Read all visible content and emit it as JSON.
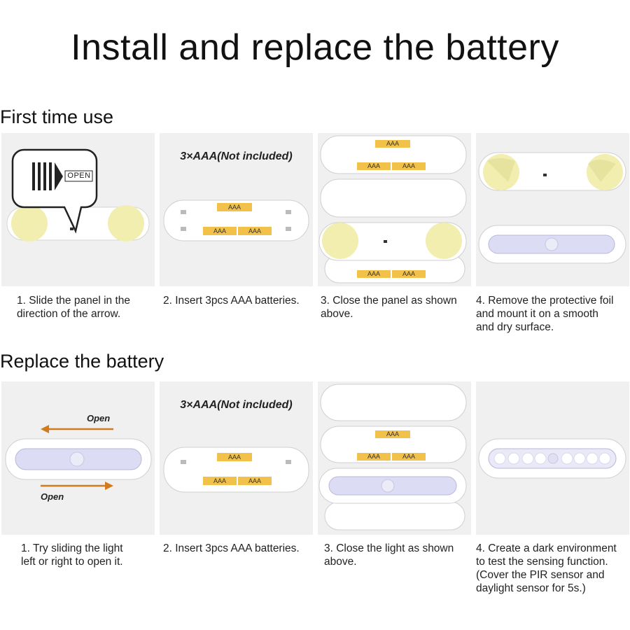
{
  "title": "Install and replace the battery",
  "sections": [
    {
      "heading": "First time use",
      "steps": [
        {
          "caption": "1. Slide the panel in the\ndirection of the arrow.",
          "open_label": "OPEN"
        },
        {
          "caption": "2. Insert 3pcs AAA batteries.",
          "note": "3×AAA(Not included)"
        },
        {
          "caption": "3. Close the panel as shown\nabove."
        },
        {
          "caption": "4. Remove the protective foil\nand mount it on a smooth\nand dry surface."
        }
      ]
    },
    {
      "heading": "Replace the battery",
      "steps": [
        {
          "caption": "1. Try sliding the light\nleft or right to open it.",
          "open_top": "Open",
          "open_bottom": "Open"
        },
        {
          "caption": "2. Insert 3pcs AAA batteries.",
          "note": "3×AAA(Not included)"
        },
        {
          "caption": "3. Close the light as shown\nabove."
        },
        {
          "caption": "4. Create a dark environment\nto test the sensing function.\n(Cover the PIR sensor and\ndaylight sensor for 5s.)"
        }
      ]
    }
  ],
  "battery_label": "AAA",
  "colors": {
    "panel_bg": "#f0f0f0",
    "battery": "#f2c14a",
    "adhesive": "#f1eeb0",
    "led_strip": "#dcdcf5",
    "arrow": "#d27a1e"
  }
}
